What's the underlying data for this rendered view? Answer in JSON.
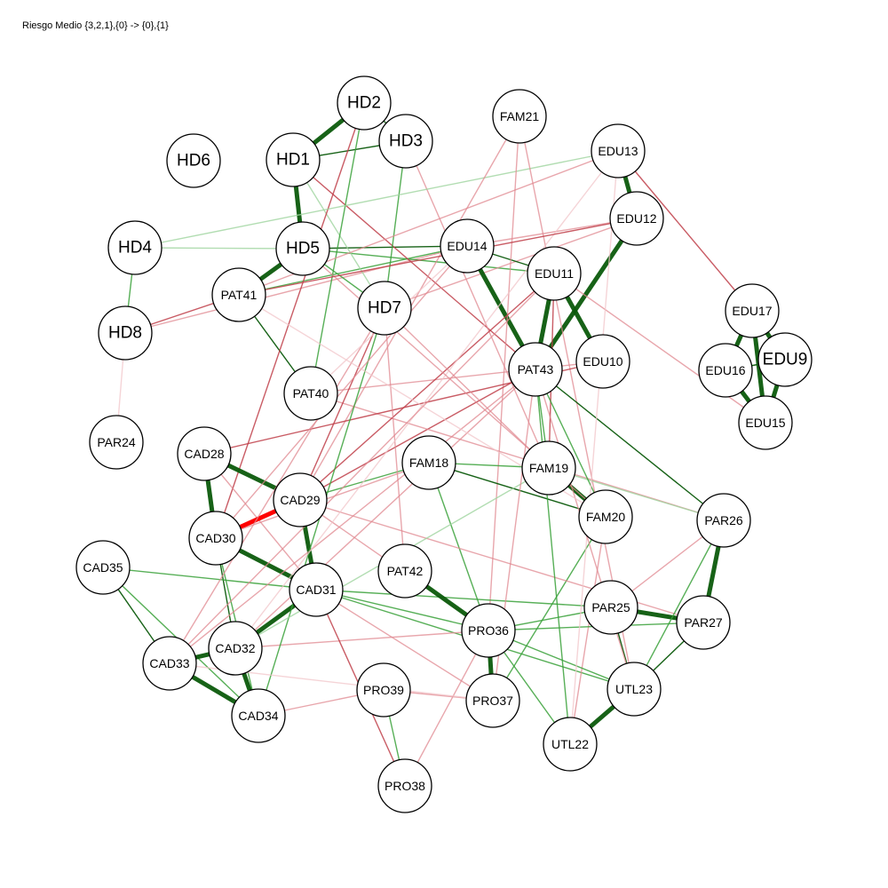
{
  "title": "Riesgo Medio {3,2,1},{0} -> {0},{1}",
  "colors": {
    "positive": "#0b5a0b",
    "positive_mid": "#3aa13a",
    "positive_light": "#9fd49f",
    "negative": "#c0404a",
    "negative_mid": "#e08890",
    "negative_light": "#f2c6ca",
    "negative_strong": "#ff0000",
    "node_fill": "#ffffff",
    "node_stroke": "#000000"
  },
  "nodes": [
    {
      "id": "HD2",
      "big": true
    },
    {
      "id": "HD3",
      "big": true
    },
    {
      "id": "HD1",
      "big": true
    },
    {
      "id": "HD6",
      "big": true
    },
    {
      "id": "HD4",
      "big": true
    },
    {
      "id": "HD5",
      "big": true
    },
    {
      "id": "HD8",
      "big": true
    },
    {
      "id": "HD7",
      "big": true
    },
    {
      "id": "PAT41"
    },
    {
      "id": "PAT40"
    },
    {
      "id": "PAT43"
    },
    {
      "id": "PAT42"
    },
    {
      "id": "FAM21"
    },
    {
      "id": "EDU13"
    },
    {
      "id": "EDU12"
    },
    {
      "id": "EDU14"
    },
    {
      "id": "EDU11"
    },
    {
      "id": "EDU10"
    },
    {
      "id": "EDU17"
    },
    {
      "id": "EDU16"
    },
    {
      "id": "EDU9",
      "big": true
    },
    {
      "id": "EDU15"
    },
    {
      "id": "PAR24"
    },
    {
      "id": "CAD28"
    },
    {
      "id": "CAD29"
    },
    {
      "id": "CAD30"
    },
    {
      "id": "CAD35"
    },
    {
      "id": "CAD31"
    },
    {
      "id": "CAD32"
    },
    {
      "id": "CAD33"
    },
    {
      "id": "CAD34"
    },
    {
      "id": "FAM18"
    },
    {
      "id": "FAM19"
    },
    {
      "id": "FAM20"
    },
    {
      "id": "PAR26"
    },
    {
      "id": "PAR25"
    },
    {
      "id": "PAR27"
    },
    {
      "id": "PRO36"
    },
    {
      "id": "PRO37"
    },
    {
      "id": "PRO39"
    },
    {
      "id": "PRO38"
    },
    {
      "id": "UTL23"
    },
    {
      "id": "UTL22"
    }
  ],
  "edges": [
    [
      "HD1",
      "HD2",
      3,
      "pos"
    ],
    [
      "HD1",
      "HD3",
      1,
      "pos"
    ],
    [
      "HD2",
      "HD3",
      1,
      "pos"
    ],
    [
      "HD1",
      "HD5",
      3,
      "pos"
    ],
    [
      "HD5",
      "PAT41",
      3,
      "pos"
    ],
    [
      "HD4",
      "HD8",
      1,
      "posmid"
    ],
    [
      "HD4",
      "HD5",
      1,
      "poslight"
    ],
    [
      "HD8",
      "PAT41",
      1,
      "neg"
    ],
    [
      "HD8",
      "EDU14",
      1,
      "negmid"
    ],
    [
      "PAT41",
      "PAT40",
      1,
      "pos"
    ],
    [
      "PAT41",
      "EDU14",
      1,
      "posmid"
    ],
    [
      "HD5",
      "EDU14",
      1,
      "pos"
    ],
    [
      "HD5",
      "EDU11",
      1,
      "posmid"
    ],
    [
      "HD5",
      "HD7",
      1,
      "posmid"
    ],
    [
      "HD1",
      "PAT43",
      1,
      "neg"
    ],
    [
      "HD1",
      "HD7",
      1,
      "poslight"
    ],
    [
      "HD2",
      "CAD30",
      1,
      "neg"
    ],
    [
      "HD2",
      "PAT40",
      1,
      "posmid"
    ],
    [
      "HD3",
      "HD7",
      1,
      "posmid"
    ],
    [
      "HD3",
      "FAM19",
      1,
      "negmid"
    ],
    [
      "HD4",
      "EDU13",
      1,
      "poslight"
    ],
    [
      "EDU13",
      "EDU12",
      3,
      "pos"
    ],
    [
      "EDU13",
      "EDU17",
      1,
      "neg"
    ],
    [
      "EDU13",
      "PAT41",
      1,
      "negmid"
    ],
    [
      "EDU12",
      "PAT43",
      3,
      "pos"
    ],
    [
      "EDU12",
      "HD7",
      1,
      "negmid"
    ],
    [
      "EDU14",
      "EDU11",
      1,
      "pos"
    ],
    [
      "EDU14",
      "PAT43",
      3,
      "pos"
    ],
    [
      "EDU14",
      "EDU12",
      1,
      "negmid"
    ],
    [
      "EDU11",
      "PAT43",
      3,
      "pos"
    ],
    [
      "EDU11",
      "EDU10",
      3,
      "pos"
    ],
    [
      "EDU11",
      "EDU15",
      1,
      "negmid"
    ],
    [
      "EDU11",
      "FAM19",
      1,
      "neg"
    ],
    [
      "EDU17",
      "EDU16",
      3,
      "pos"
    ],
    [
      "EDU17",
      "EDU9",
      3,
      "pos"
    ],
    [
      "EDU17",
      "EDU15",
      3,
      "pos"
    ],
    [
      "EDU16",
      "EDU9",
      1,
      "pos"
    ],
    [
      "EDU16",
      "EDU15",
      3,
      "pos"
    ],
    [
      "EDU9",
      "EDU15",
      3,
      "pos"
    ],
    [
      "FAM21",
      "PRO36",
      1,
      "negmid"
    ],
    [
      "FAM21",
      "CAD29",
      1,
      "negmid"
    ],
    [
      "FAM21",
      "UTL23",
      1,
      "negmid"
    ],
    [
      "PAT43",
      "PAR26",
      1,
      "pos"
    ],
    [
      "PAT43",
      "FAM19",
      1,
      "posmid"
    ],
    [
      "PAT43",
      "CAD29",
      1,
      "neg"
    ],
    [
      "PAT43",
      "CAD32",
      1,
      "negmid"
    ],
    [
      "PAT40",
      "EDU10",
      1,
      "negmid"
    ],
    [
      "PAT40",
      "PAR26",
      1,
      "negmid"
    ],
    [
      "CAD28",
      "CAD29",
      3,
      "pos"
    ],
    [
      "CAD28",
      "CAD30",
      3,
      "pos"
    ],
    [
      "CAD28",
      "EDU10",
      1,
      "neg"
    ],
    [
      "CAD28",
      "CAD31",
      1,
      "negmid"
    ],
    [
      "CAD30",
      "CAD29",
      3,
      "negstrong"
    ],
    [
      "CAD29",
      "CAD31",
      3,
      "pos"
    ],
    [
      "CAD29",
      "FAM18",
      1,
      "posmid"
    ],
    [
      "CAD29",
      "EDU11",
      1,
      "neg"
    ],
    [
      "CAD29",
      "PRO36",
      1,
      "negmid"
    ],
    [
      "CAD30",
      "CAD31",
      3,
      "pos"
    ],
    [
      "CAD30",
      "CAD32",
      1,
      "pos"
    ],
    [
      "CAD30",
      "CAD34",
      1,
      "posmid"
    ],
    [
      "CAD35",
      "CAD31",
      1,
      "posmid"
    ],
    [
      "CAD35",
      "CAD33",
      1,
      "pos"
    ],
    [
      "CAD35",
      "CAD34",
      1,
      "posmid"
    ],
    [
      "CAD31",
      "CAD32",
      3,
      "pos"
    ],
    [
      "CAD31",
      "PRO36",
      1,
      "posmid"
    ],
    [
      "CAD31",
      "PAR25",
      1,
      "posmid"
    ],
    [
      "CAD31",
      "UTL23",
      1,
      "posmid"
    ],
    [
      "CAD31",
      "PRO37",
      1,
      "negmid"
    ],
    [
      "CAD32",
      "CAD33",
      3,
      "pos"
    ],
    [
      "CAD32",
      "CAD34",
      3,
      "pos"
    ],
    [
      "CAD33",
      "CAD34",
      3,
      "pos"
    ],
    [
      "CAD32",
      "PRO36",
      1,
      "negmid"
    ],
    [
      "CAD33",
      "PAT43",
      1,
      "negmid"
    ],
    [
      "CAD34",
      "HD7",
      1,
      "posmid"
    ],
    [
      "CAD34",
      "PRO39",
      1,
      "negmid"
    ],
    [
      "FAM18",
      "FAM19",
      1,
      "posmid"
    ],
    [
      "FAM18",
      "FAM20",
      1,
      "pos"
    ],
    [
      "FAM18",
      "PRO36",
      1,
      "posmid"
    ],
    [
      "FAM18",
      "CAD30",
      1,
      "negmid"
    ],
    [
      "FAM19",
      "FAM20",
      3,
      "pos"
    ],
    [
      "FAM19",
      "HD7",
      1,
      "negmid"
    ],
    [
      "FAM19",
      "PAR26",
      1,
      "poslight"
    ],
    [
      "FAM20",
      "PAT43",
      1,
      "posmid"
    ],
    [
      "FAM20",
      "PRO37",
      1,
      "posmid"
    ],
    [
      "FAM20",
      "UTL22",
      1,
      "negmid"
    ],
    [
      "PAR26",
      "PAR27",
      3,
      "pos"
    ],
    [
      "PAR26",
      "PAR25",
      1,
      "negmid"
    ],
    [
      "PAR25",
      "PAR27",
      3,
      "pos"
    ],
    [
      "PAR25",
      "PRO36",
      1,
      "posmid"
    ],
    [
      "PAR25",
      "UTL23",
      1,
      "pos"
    ],
    [
      "PAR27",
      "UTL23",
      1,
      "pos"
    ],
    [
      "PAR27",
      "PRO36",
      1,
      "posmid"
    ],
    [
      "PAR27",
      "CAD29",
      1,
      "negmid"
    ],
    [
      "PAT42",
      "PRO36",
      3,
      "pos"
    ],
    [
      "PRO36",
      "PRO37",
      3,
      "pos"
    ],
    [
      "PRO36",
      "UTL23",
      1,
      "posmid"
    ],
    [
      "PRO36",
      "UTL22",
      1,
      "posmid"
    ],
    [
      "PRO37",
      "PRO39",
      1,
      "negmid"
    ],
    [
      "PRO39",
      "PRO38",
      1,
      "posmid"
    ],
    [
      "PRO38",
      "CAD31",
      1,
      "neg"
    ],
    [
      "PRO38",
      "PRO36",
      1,
      "negmid"
    ],
    [
      "UTL22",
      "UTL23",
      3,
      "pos"
    ],
    [
      "UTL22",
      "PAT43",
      1,
      "posmid"
    ],
    [
      "UTL22",
      "EDU13",
      1,
      "neglight"
    ],
    [
      "UTL23",
      "PAT43",
      1,
      "negmid"
    ],
    [
      "UTL23",
      "PAR26",
      1,
      "posmid"
    ],
    [
      "PAT42",
      "HD7",
      1,
      "negmid"
    ],
    [
      "HD7",
      "CAD29",
      1,
      "neg"
    ],
    [
      "HD7",
      "CAD33",
      1,
      "negmid"
    ],
    [
      "EDU14",
      "CAD30",
      1,
      "negmid"
    ],
    [
      "EDU13",
      "CAD32",
      1,
      "neglight"
    ],
    [
      "PAT41",
      "FAM20",
      1,
      "neglight"
    ],
    [
      "HD8",
      "PAR24",
      1,
      "neglight"
    ],
    [
      "PAT40",
      "EDU14",
      1,
      "neglight"
    ],
    [
      "HD5",
      "FAM20",
      1,
      "negmid"
    ],
    [
      "EDU12",
      "PAT41",
      1,
      "neg"
    ],
    [
      "CAD33",
      "PRO37",
      1,
      "neglight"
    ],
    [
      "CAD32",
      "FAM19",
      1,
      "poslight"
    ],
    [
      "PAT43",
      "PRO37",
      1,
      "negmid"
    ],
    [
      "EDU11",
      "CAD33",
      1,
      "negmid"
    ]
  ]
}
